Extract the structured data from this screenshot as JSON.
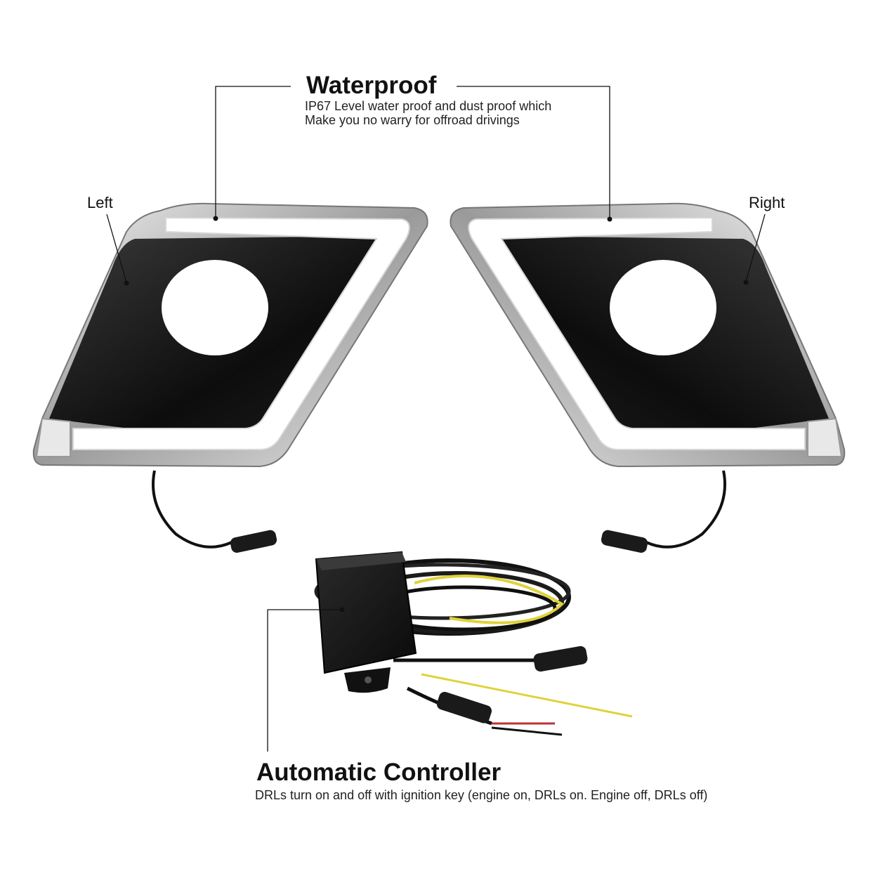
{
  "waterproof": {
    "title": "Waterproof",
    "desc_line1": "IP67 Level water proof and dust proof which",
    "desc_line2": "Make you no warry for offroad drivings"
  },
  "labels": {
    "left": "Left",
    "right": "Right"
  },
  "controller": {
    "title": "Automatic Controller",
    "desc": "DRLs turn on and off with ignition key (engine on, DRLs on. Engine off, DRLs off)"
  },
  "colors": {
    "background": "#ffffff",
    "housing": "#141414",
    "chrome": "#c9c9c9",
    "drl_light": "#ffffff",
    "wire_yellow": "#e0d23a"
  }
}
